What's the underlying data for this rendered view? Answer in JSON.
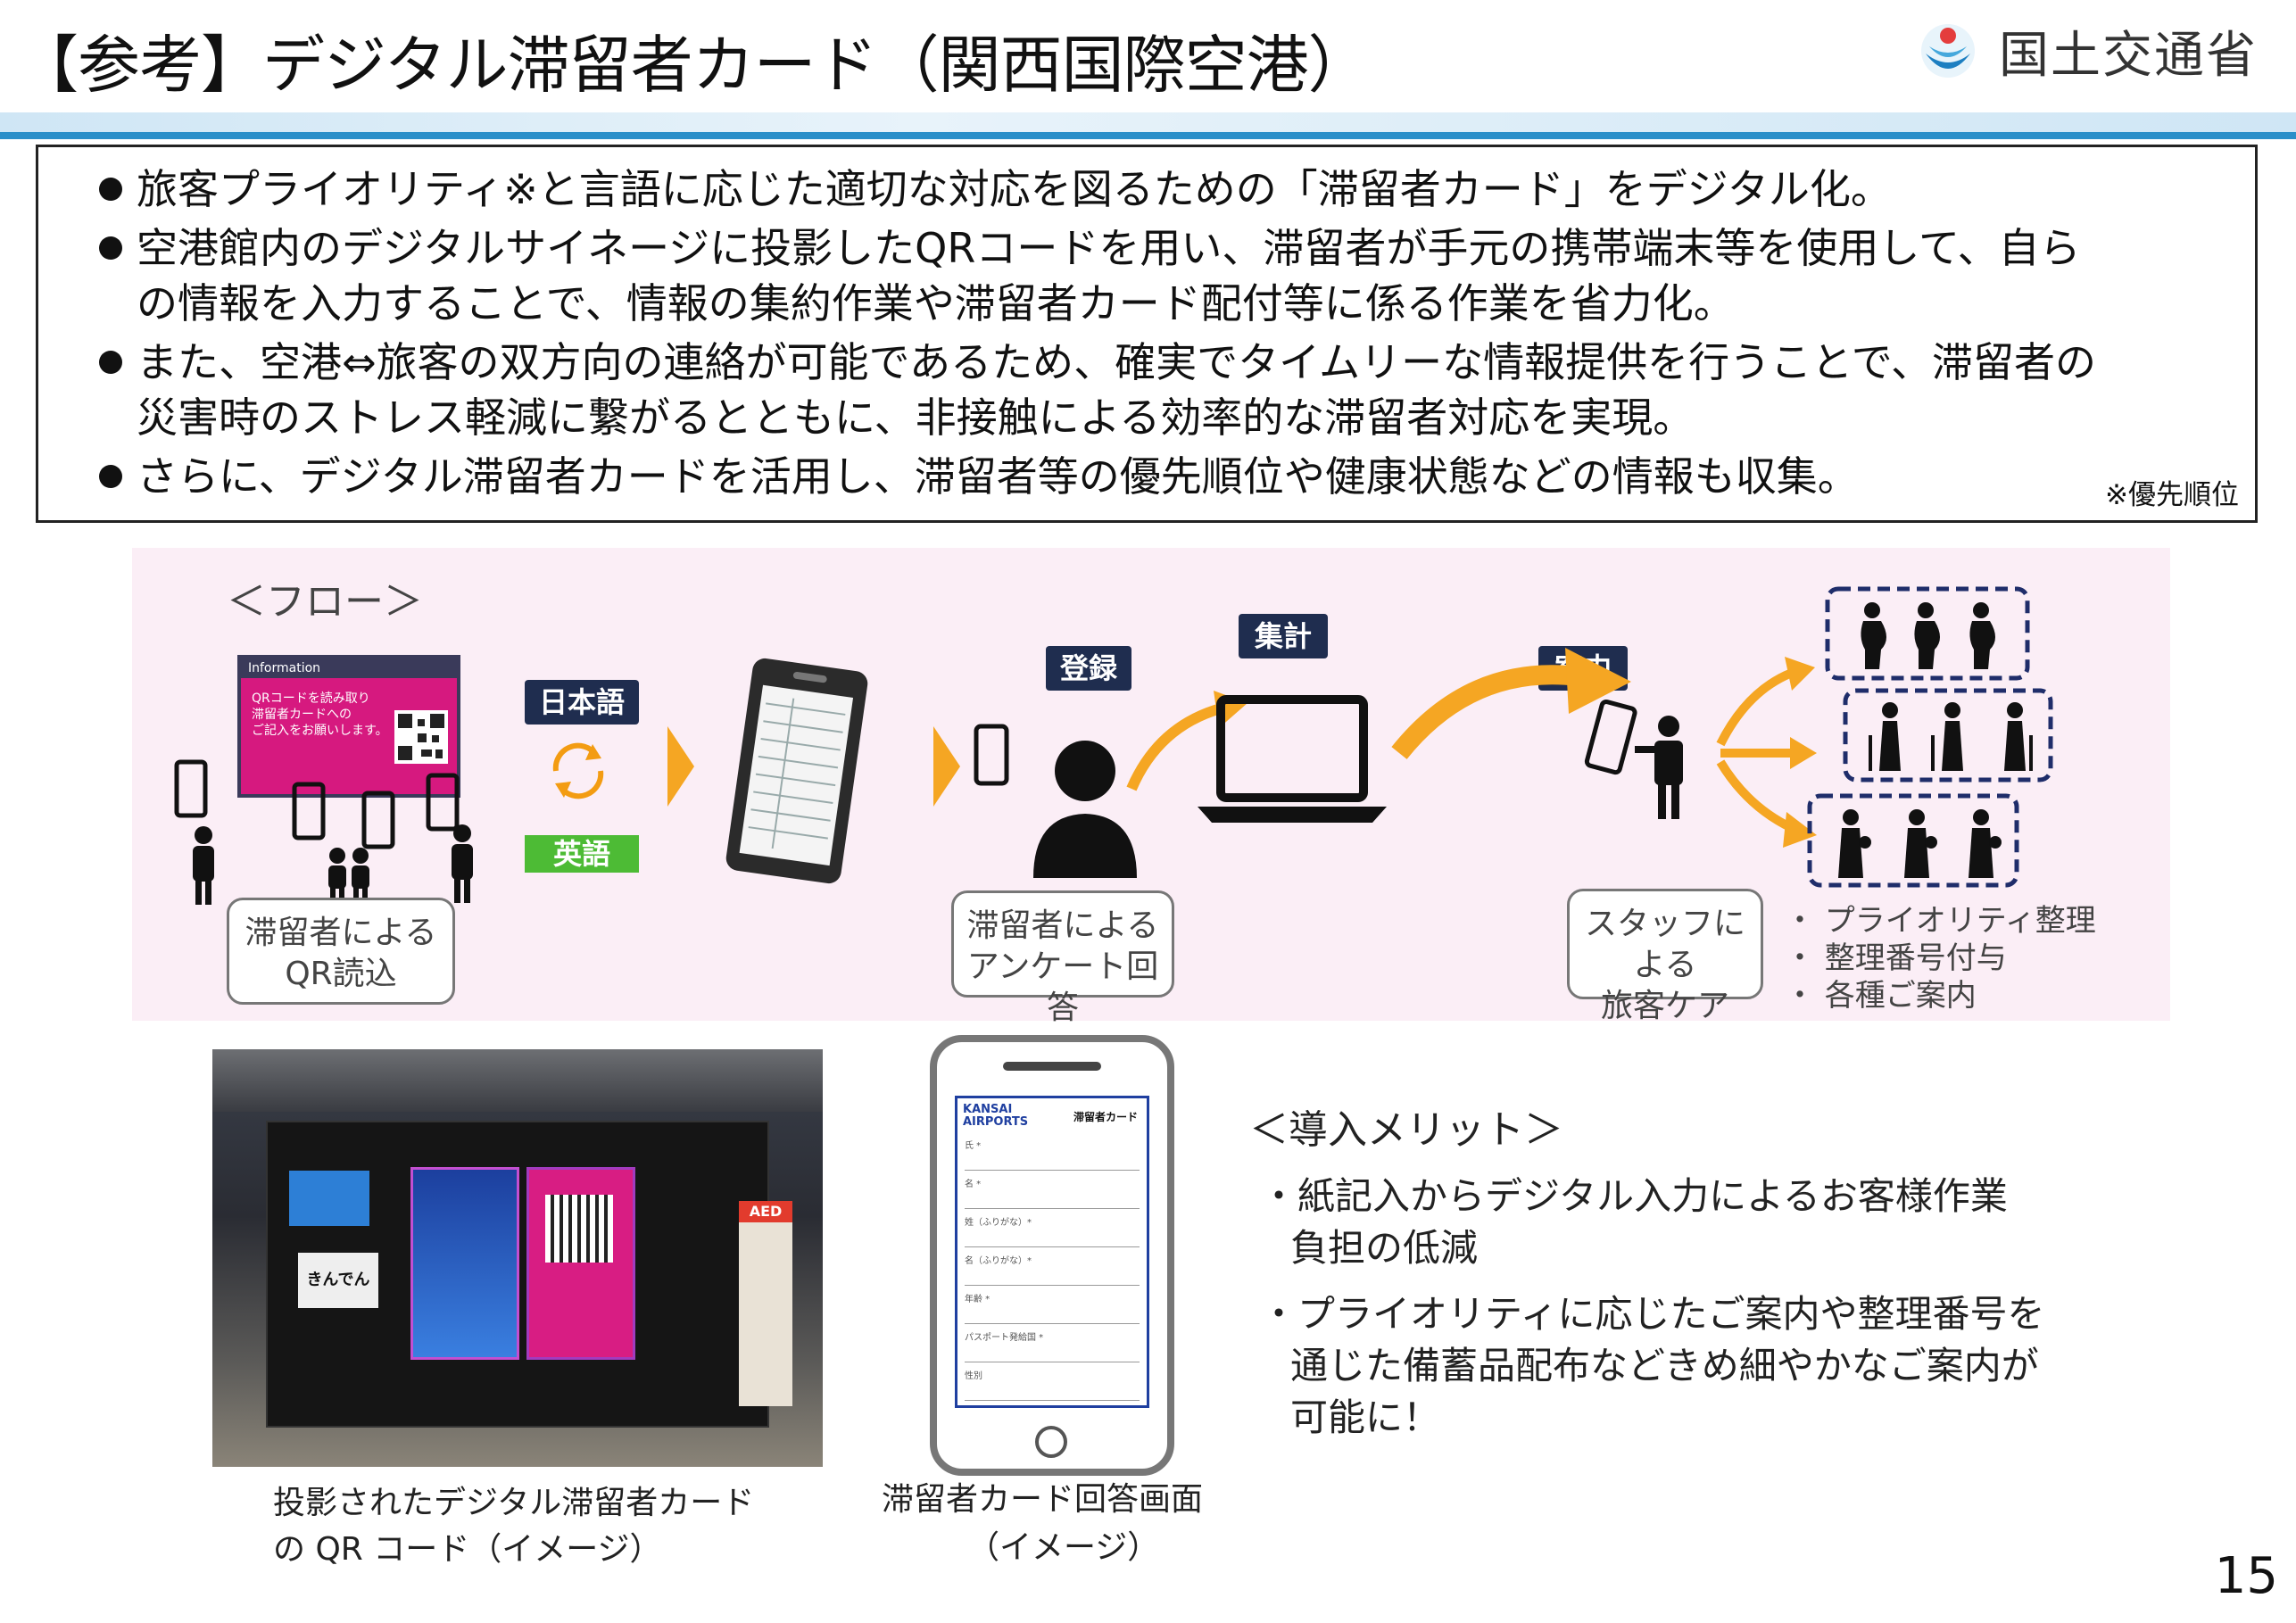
{
  "header": {
    "title": "【参考】デジタル滞留者カード（関西国際空港）",
    "ministry": "国土交通省"
  },
  "summary": {
    "lines": [
      "旅客プライオリティ※と言語に応じた適切な対応を図るための「滞留者カード」をデジタル化。",
      "空港館内のデジタルサイネージに投影したQRコードを用い、滞留者が手元の携帯端末等を使用して、自ら",
      "の情報を入力することで、情報の集約作業や滞留者カード配付等に係る作業を省力化。",
      "また、空港⇔旅客の双方向の連絡が可能であるため、確実でタイムリーな情報提供を行うことで、滞留者の",
      "災害時のストレス軽減に繋がるとともに、非接触による効率的な滞留者対応を実現。",
      "さらに、デジタル滞留者カードを活用し、滞留者等の優先順位や健康状態などの情報も収集。"
    ],
    "note": "※優先順位"
  },
  "flow": {
    "heading": "＜フロー＞",
    "signage_header": "Information",
    "signage_text_1": "QRコードを読み取り",
    "signage_text_2": "滞留者カードへの",
    "signage_text_3": "ご記入をお願いします。",
    "lang_ja": "日本語",
    "lang_en": "英語",
    "tag_register": "登録",
    "tag_aggregate": "集計",
    "tag_guide": "案内",
    "caption_qr_1": "滞留者による",
    "caption_qr_2": "QR読込",
    "caption_survey_1": "滞留者による",
    "caption_survey_2": "アンケート回答",
    "caption_staff_1": "スタッフによる",
    "caption_staff_2": "旅客ケア",
    "staff_items": [
      "・ プライオリティ整理",
      "・ 整理番号付与",
      "・ 各種ご案内"
    ]
  },
  "photo": {
    "kiosk_label": "きんでん",
    "aed_label": "AED",
    "caption_1": "投影されたデジタル滞留者カード",
    "caption_2": "の QR コード（イメージ）"
  },
  "phone": {
    "brand_1": "KANSAI",
    "brand_2": "AIRPORTS",
    "form_title": "滞留者カード",
    "fields": [
      "氏 *",
      "名 *",
      "姓（ふりがな）*",
      "名（ふりがな）*",
      "年齢 *",
      "パスポート発給国 *",
      "性別"
    ],
    "caption_1": "滞留者カード回答画面",
    "caption_2": "（イメージ）"
  },
  "merit": {
    "heading": "＜導入メリット＞",
    "line_1": "・紙記入からデジタル入力によるお客様作業",
    "line_2": "負担の低減",
    "line_3": "・プライオリティに応じたご案内や整理番号を",
    "line_4": "通じた備蓄品配布などきめ細やかなご案内が",
    "line_5": "可能に！"
  },
  "page_number": "15"
}
